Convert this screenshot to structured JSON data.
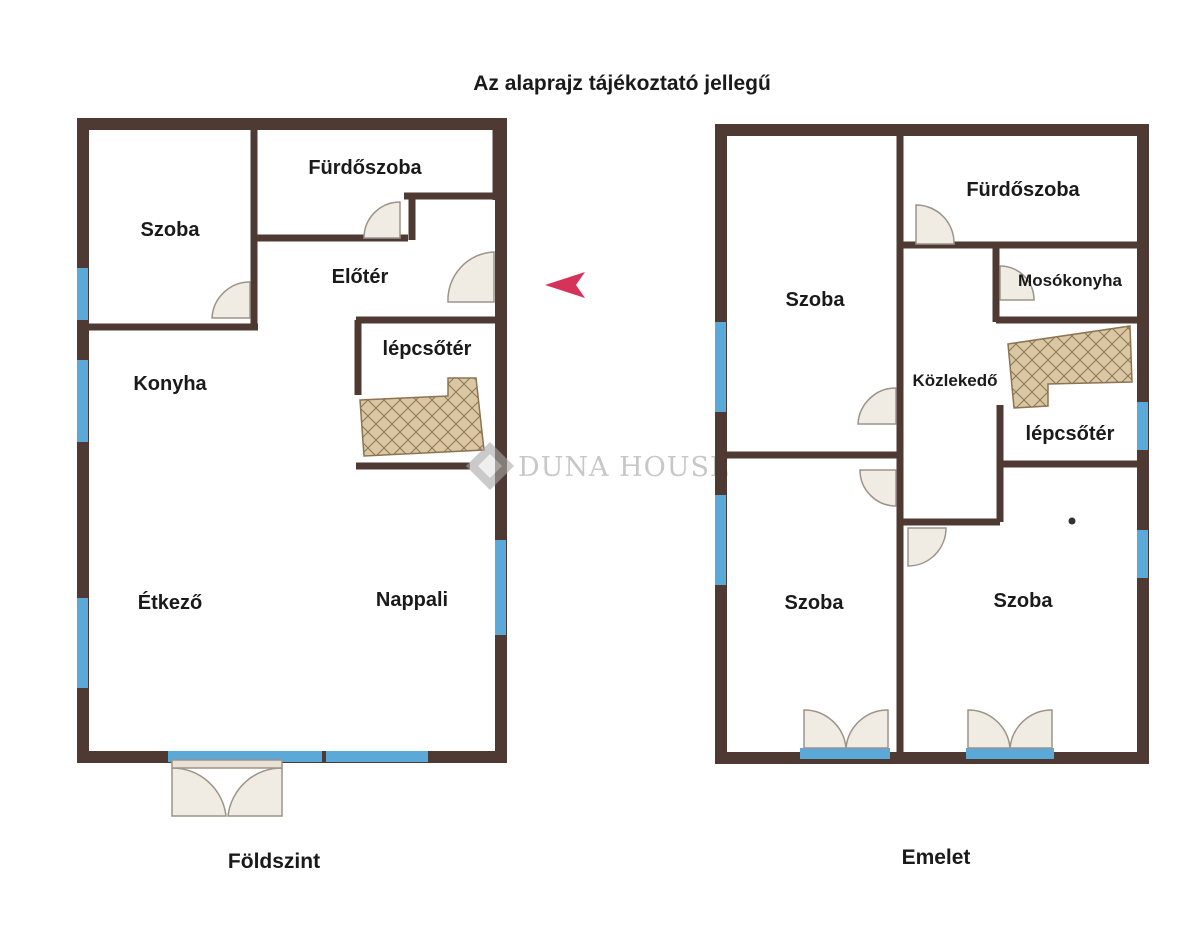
{
  "title": "Az alaprajz tájékoztató jellegű",
  "watermark": "DUNA HOUSE",
  "colors": {
    "wall": "#4e3a33",
    "window": "#5aa9d9",
    "door": "#e8e1d4",
    "stair": "#c9b48e",
    "arrow": "#d6335a"
  },
  "icons": [
    "entrance-arrow-icon",
    "duna-house-logo-icon"
  ],
  "ground_floor": {
    "label": "Földszint",
    "rooms": {
      "szoba": "Szoba",
      "furdoszoba": "Fürdőszoba",
      "eloter": "Előtér",
      "lepcsoter": "lépcsőtér",
      "konyha": "Konyha",
      "etkezo": "Étkező",
      "nappali": "Nappali"
    }
  },
  "upper_floor": {
    "label": "Emelet",
    "rooms": {
      "szoba_top": "Szoba",
      "furdoszoba": "Fürdőszoba",
      "mosokonyha": "Mosókonyha",
      "kozlekedo": "Közlekedő",
      "lepcsoter": "lépcsőtér",
      "szoba_bottom_left": "Szoba",
      "szoba_bottom_right": "Szoba"
    }
  }
}
